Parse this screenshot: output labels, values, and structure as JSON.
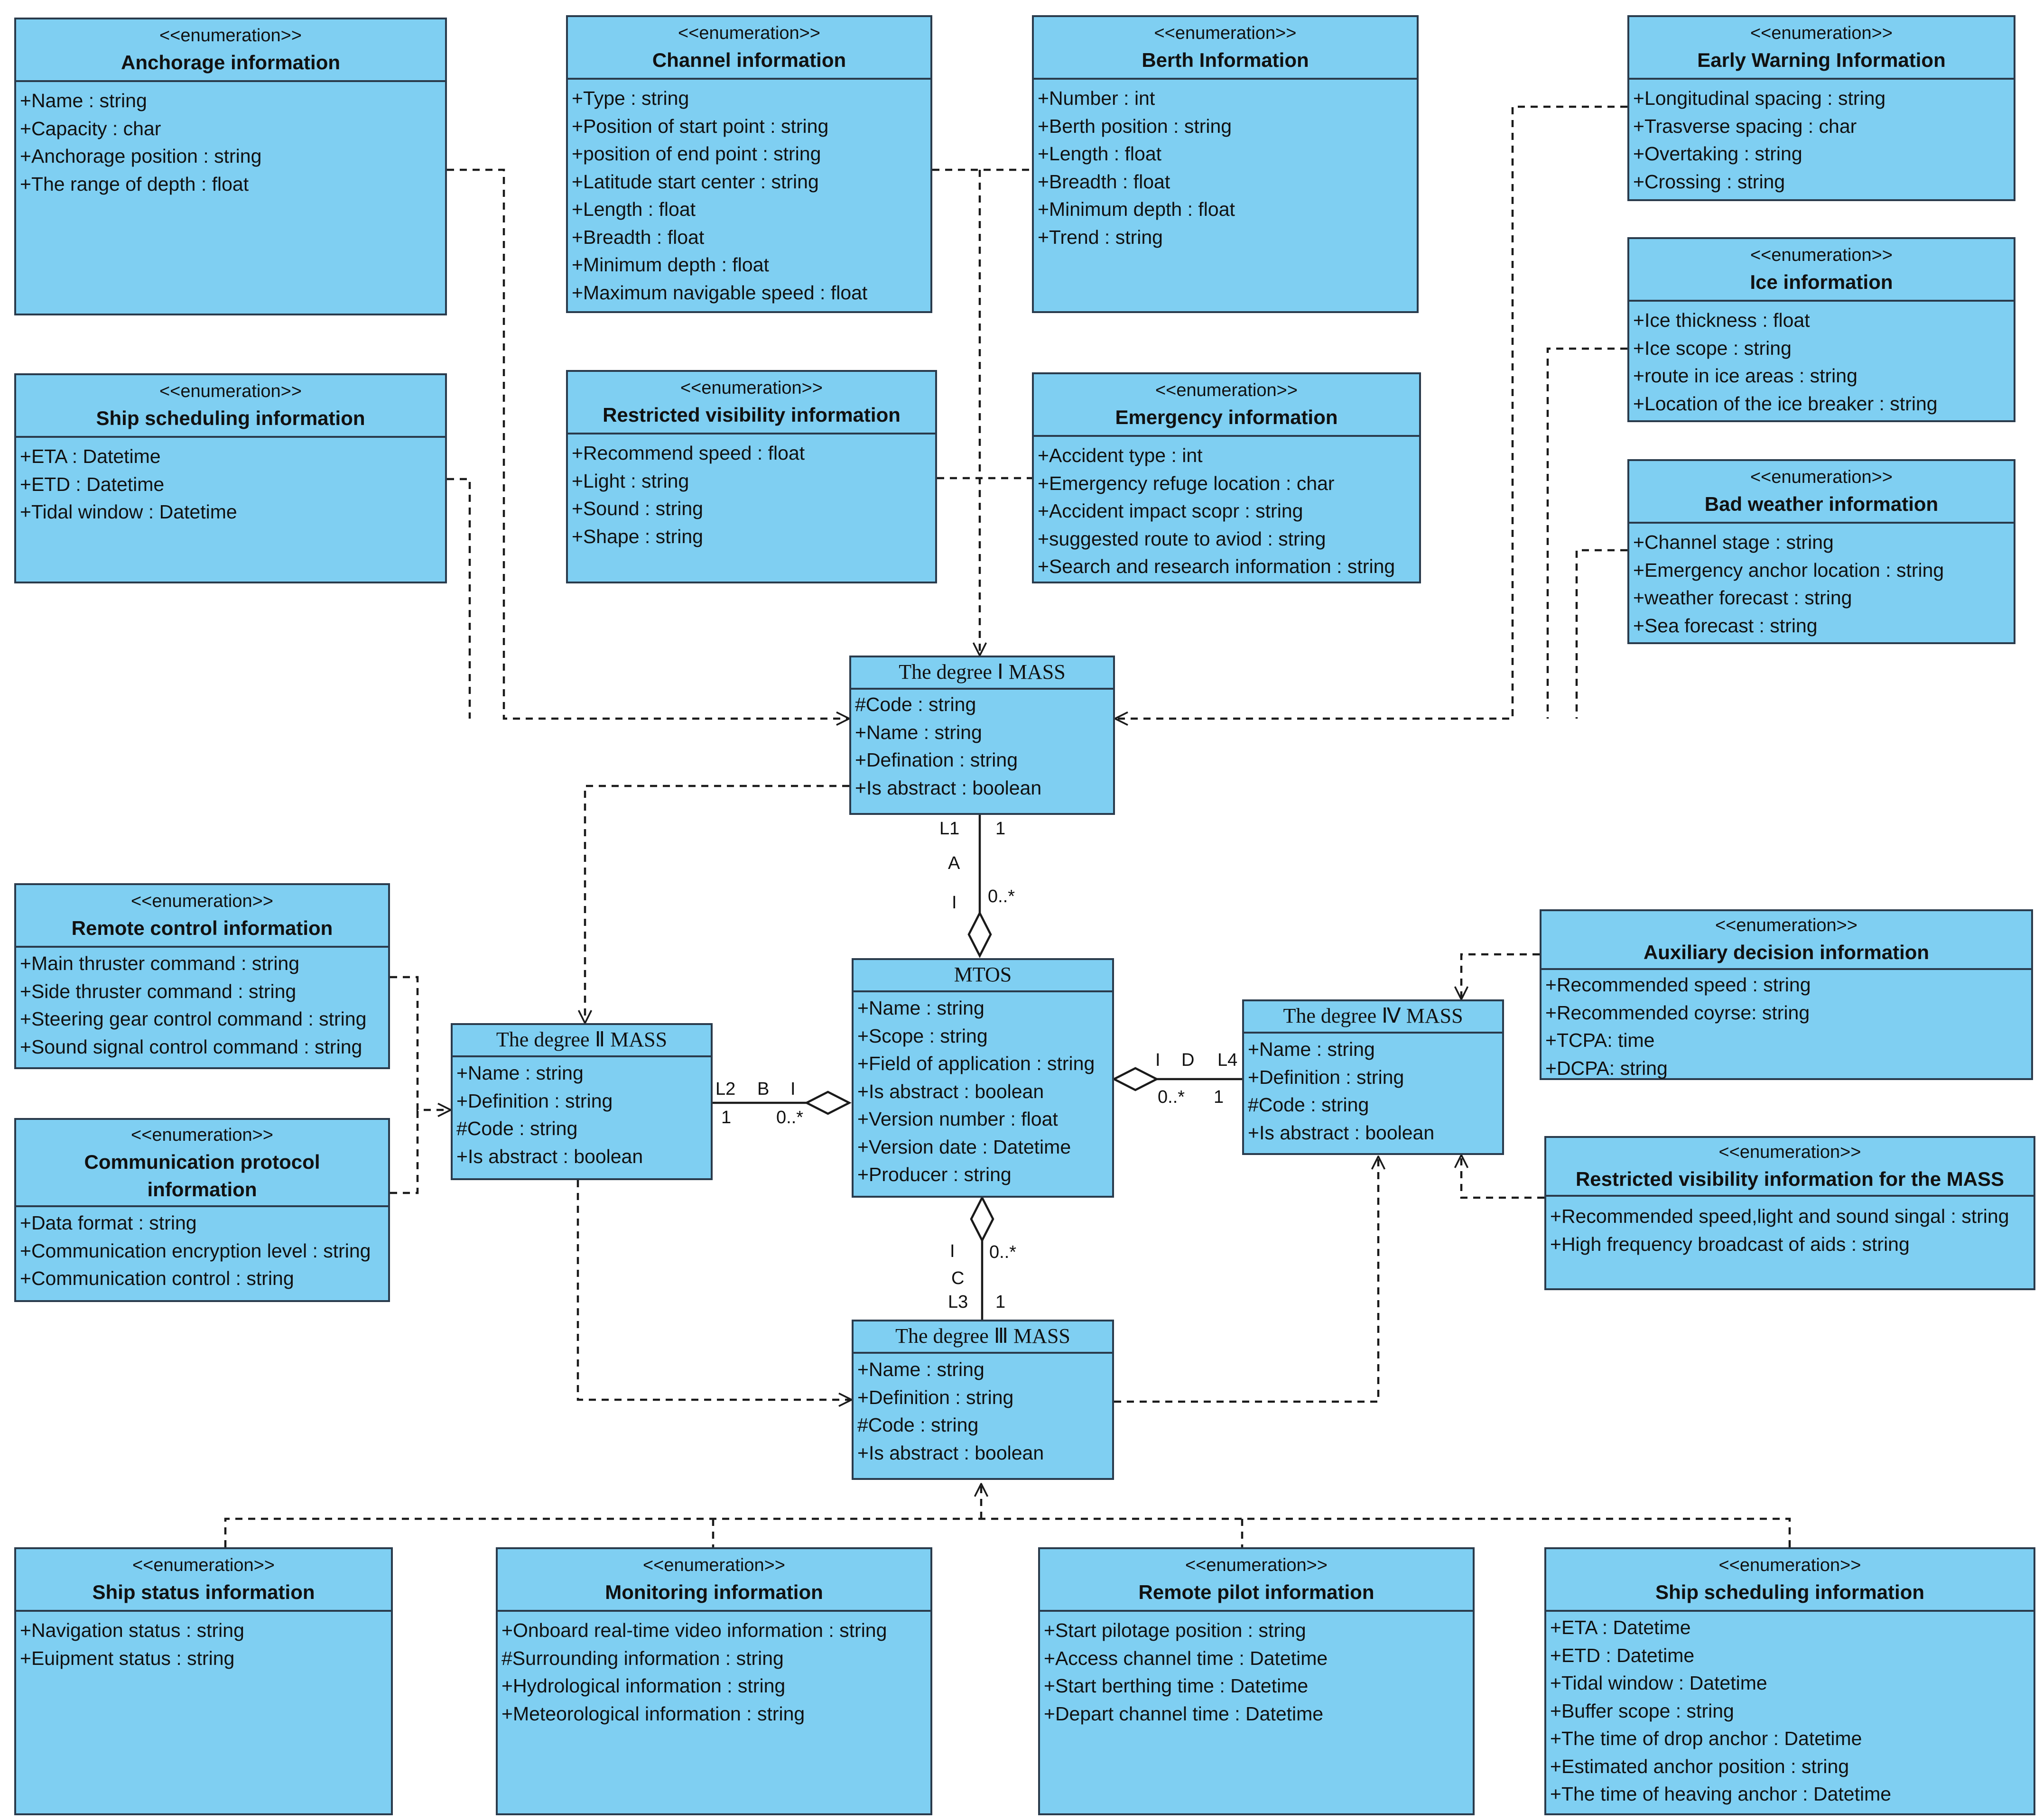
{
  "classes": {
    "anchorage": {
      "stereotype": "<<enumeration>>",
      "name": "Anchorage information",
      "attrs": [
        "+Name : string",
        "+Capacity : char",
        "+Anchorage position : string",
        "+The range of depth : float"
      ]
    },
    "channel": {
      "stereotype": "<<enumeration>>",
      "name": "Channel information",
      "attrs": [
        "+Type : string",
        "+Position of start point : string",
        "+position of end point : string",
        "+Latitude start center : string",
        "+Length : float",
        "+Breadth : float",
        "+Minimum depth : float",
        "+Maximum navigable speed : float"
      ]
    },
    "berth": {
      "stereotype": "<<enumeration>>",
      "name": "Berth Information",
      "attrs": [
        "+Number : int",
        "+Berth position : string",
        "+Length : float",
        "+Breadth : float",
        "+Minimum depth : float",
        "+Trend : string"
      ]
    },
    "early_warning": {
      "stereotype": "<<enumeration>>",
      "name": "Early Warning Information",
      "attrs": [
        "+Longitudinal spacing : string",
        "+Trasverse spacing : char",
        "+Overtaking : string",
        "+Crossing : string"
      ]
    },
    "ice": {
      "stereotype": "<<enumeration>>",
      "name": "Ice information",
      "attrs": [
        "+Ice thickness : float",
        "+Ice scope : string",
        "+route in ice areas : string",
        "+Location of the ice breaker : string"
      ]
    },
    "ship_sched_top": {
      "stereotype": "<<enumeration>>",
      "name": "Ship scheduling information",
      "attrs": [
        "+ETA : Datetime",
        "+ETD : Datetime",
        "+Tidal window : Datetime"
      ]
    },
    "restricted_vis": {
      "stereotype": "<<enumeration>>",
      "name": "Restricted visibility information",
      "attrs": [
        "+Recommend speed : float",
        "+Light : string",
        "+Sound : string",
        "+Shape : string"
      ]
    },
    "emergency": {
      "stereotype": "<<enumeration>>",
      "name": "Emergency information",
      "attrs": [
        "+Accident type : int",
        "+Emergency refuge location : char",
        "+Accident impact scopr : string",
        "+suggested route to aviod : string",
        "+Search and research information : string"
      ]
    },
    "bad_weather": {
      "stereotype": "<<enumeration>>",
      "name": "Bad weather information",
      "attrs": [
        "+Channel stage : string",
        "+Emergency anchor location : string",
        "+weather forecast : string",
        "+Sea forecast : string"
      ]
    },
    "degree1": {
      "name": "The degree Ⅰ MASS",
      "attrs": [
        "#Code : string",
        "+Name : string",
        "+Defination : string",
        "+Is abstract : boolean"
      ]
    },
    "remote_control": {
      "stereotype": "<<enumeration>>",
      "name": "Remote control information",
      "attrs": [
        "+Main thruster command : string",
        "+Side thruster command : string",
        "+Steering gear control command : string",
        "+Sound signal control command : string"
      ]
    },
    "comm_protocol": {
      "stereotype": "<<enumeration>>",
      "name_line1": "Communication protocol",
      "name_line2": "information",
      "attrs": [
        "+Data format : string",
        "+Communication encryption level : string",
        "+Communication control : string"
      ]
    },
    "degree2": {
      "name": "The degree Ⅱ MASS",
      "attrs": [
        "+Name : string",
        "+Definition : string",
        "#Code : string",
        "+Is abstract : boolean"
      ]
    },
    "mtos": {
      "name": "MTOS",
      "attrs": [
        "+Name : string",
        "+Scope : string",
        "+Field of application : string",
        "+Is abstract : boolean",
        "+Version number : float",
        "+Version date : Datetime",
        "+Producer : string"
      ]
    },
    "degree4": {
      "name": "The degree Ⅳ MASS",
      "attrs": [
        "+Name : string",
        "+Definition : string",
        "#Code : string",
        "+Is abstract : boolean"
      ]
    },
    "auxiliary": {
      "stereotype": "<<enumeration>>",
      "name": "Auxiliary decision information",
      "attrs": [
        "+Recommended speed : string",
        "+Recommended coyrse: string",
        "+TCPA: time",
        "+DCPA: string"
      ]
    },
    "restricted_vis_mass": {
      "stereotype": "<<enumeration>>",
      "name": "Restricted visibility information for the  MASS",
      "attrs": [
        "+Recommended speed,light and sound singal : string",
        "+High frequency broadcast of aids : string"
      ]
    },
    "degree3": {
      "name": "The degree Ⅲ MASS",
      "attrs": [
        "+Name : string",
        "+Definition : string",
        "#Code : string",
        "+Is abstract : boolean"
      ]
    },
    "ship_status": {
      "stereotype": "<<enumeration>>",
      "name": "Ship status information",
      "attrs": [
        "+Navigation status : string",
        "+Euipment status : string"
      ]
    },
    "monitoring": {
      "stereotype": "<<enumeration>>",
      "name": "Monitoring information",
      "attrs": [
        "+Onboard real-time video information : string",
        "#Surrounding information : string",
        "+Hydrological information : string",
        "+Meteorological information : string"
      ]
    },
    "remote_pilot": {
      "stereotype": "<<enumeration>>",
      "name": "Remote pilot information",
      "attrs": [
        "+Start pilotage position : string",
        "+Access channel time : Datetime",
        "+Start berthing time : Datetime",
        "+Depart channel time : Datetime"
      ]
    },
    "ship_sched_bottom": {
      "stereotype": "<<enumeration>>",
      "name": "Ship scheduling information",
      "attrs": [
        "+ETA : Datetime",
        "+ETD : Datetime",
        "+Tidal window : Datetime",
        "+Buffer scope : string",
        "+The time of drop anchor : Datetime",
        "+Estimated anchor position : string",
        "+The time of heaving anchor : Datetime"
      ]
    }
  },
  "associations": {
    "a": {
      "role": "L1",
      "mult_whole": "1",
      "letter": "A",
      "sep": "I",
      "mult_part": "0..*"
    },
    "b": {
      "role": "L2",
      "mult_whole": "1",
      "letter": "B",
      "sep": "I",
      "mult_part": "0..*"
    },
    "c": {
      "role": "L3",
      "mult_whole": "1",
      "letter": "C",
      "sep": "I",
      "mult_part": "0..*"
    },
    "d": {
      "role": "L4",
      "mult_whole": "1",
      "letter": "D",
      "sep": "I",
      "mult_part": "0..*"
    }
  },
  "colors": {
    "class_fill": "#7fcff2",
    "border": "#2a3b4c",
    "line": "#1a1a1a"
  }
}
